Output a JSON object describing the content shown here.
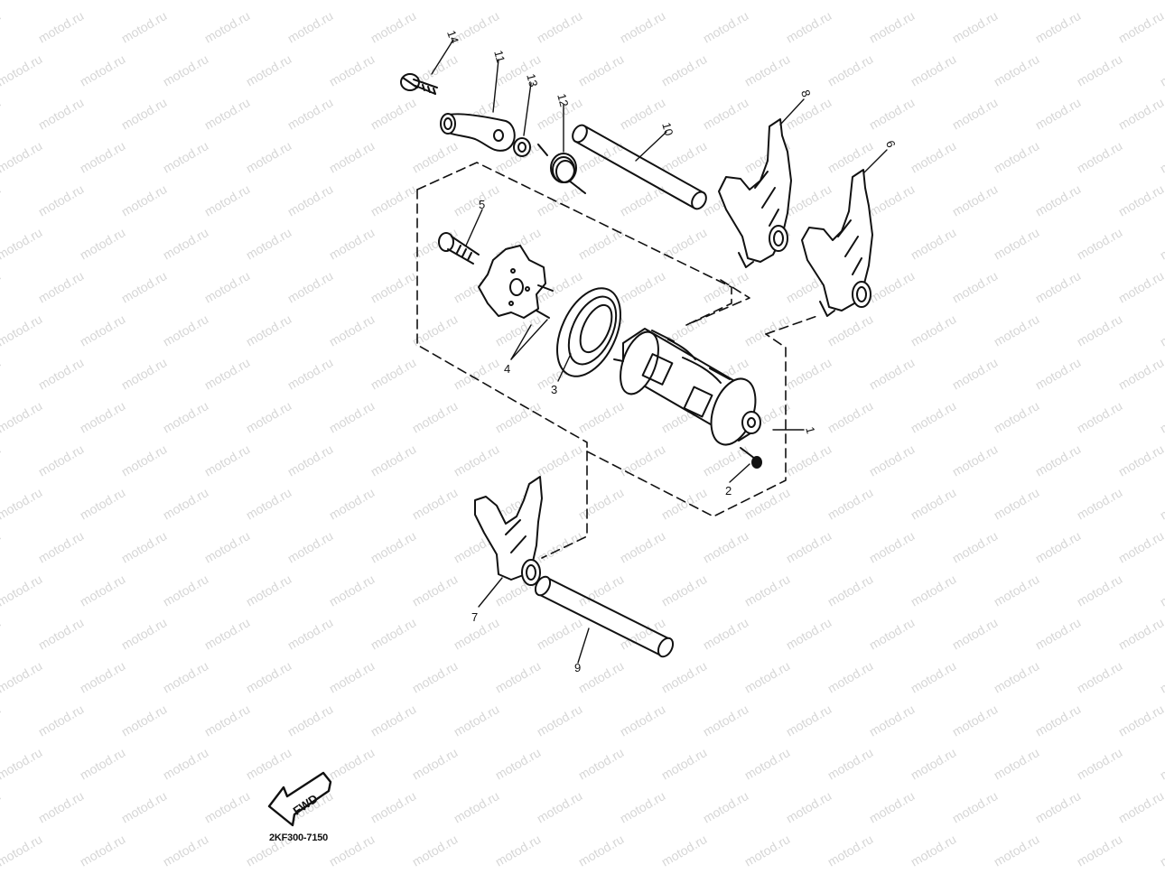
{
  "diagram_code": "2KF300-7150",
  "fwd_label": "FWD",
  "watermark_text": "motod.ru",
  "callouts": [
    "1",
    "2",
    "3",
    "4",
    "5",
    "6",
    "7",
    "8",
    "9",
    "10",
    "11",
    "12",
    "13",
    "14"
  ],
  "colors": {
    "ink": "#111111",
    "watermark": "#d6d6d6",
    "background": "#ffffff"
  }
}
